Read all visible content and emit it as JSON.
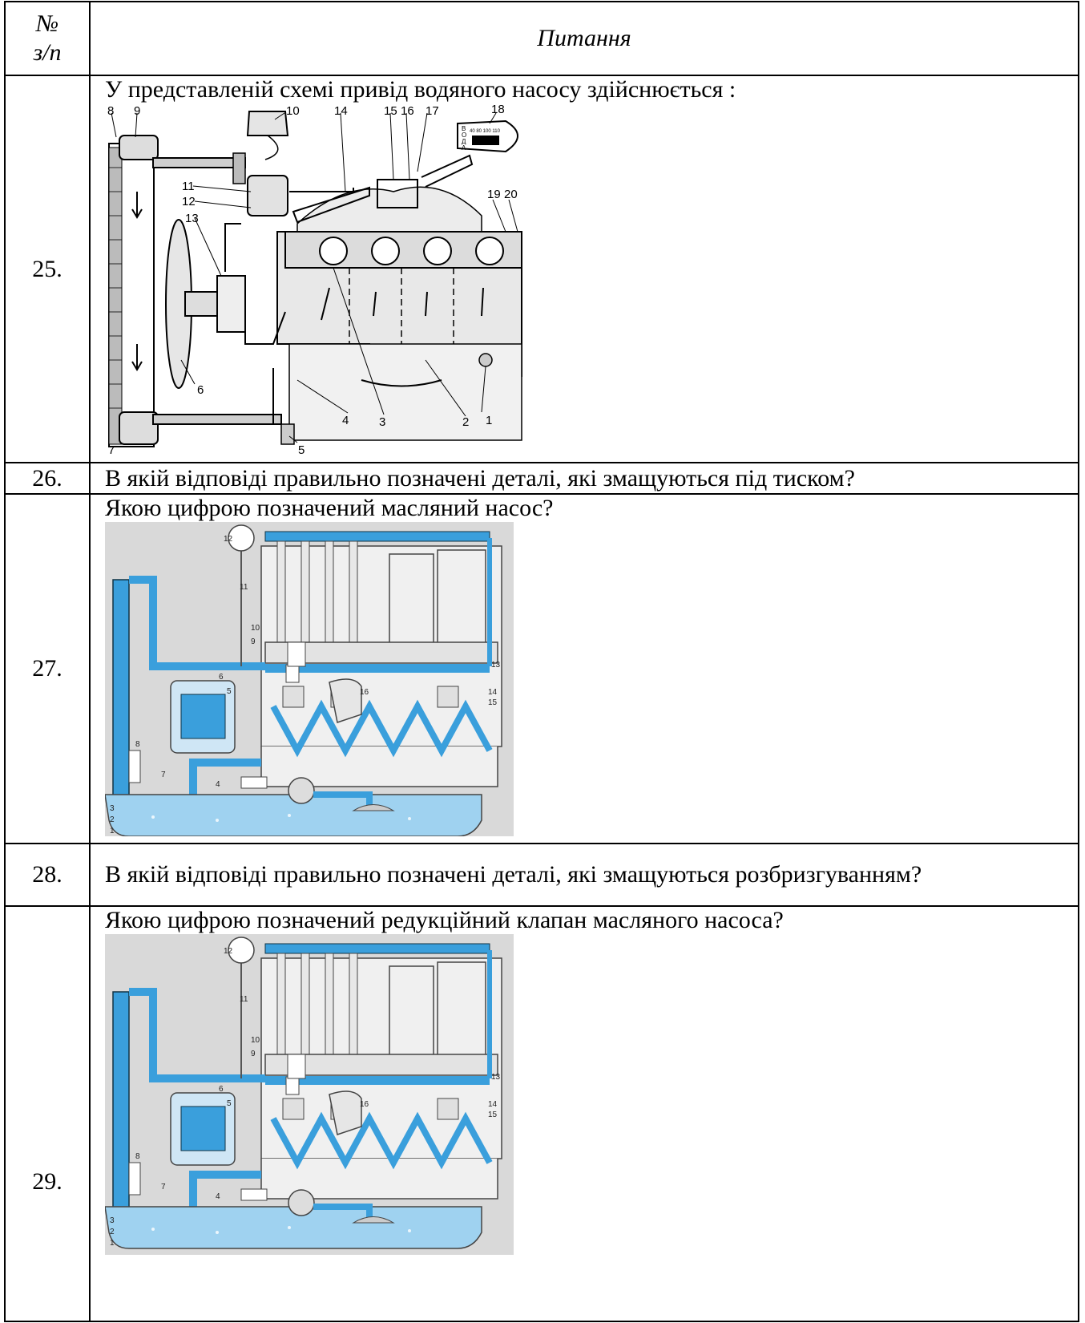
{
  "header": {
    "num_line1": "№",
    "num_line2": "з/п",
    "title": "Питання"
  },
  "rows": [
    {
      "num": "25.",
      "question": "У представленій схемі привід водяного насосу здійснюється :"
    },
    {
      "num": "26.",
      "question": "В якій відповіді правильно позначені деталі, які змащуються під тиском?"
    },
    {
      "num": "27.",
      "question": "Якою цифрою позначений масляний насос?"
    },
    {
      "num": "28.",
      "question": "В якій відповіді правильно позначені деталі, які змащуються розбризгуванням?"
    },
    {
      "num": "29.",
      "question": "Якою цифрою позначений редукційний клапан масляного насоса?"
    }
  ],
  "cooling_diagram": {
    "callouts": [
      "1",
      "2",
      "3",
      "4",
      "5",
      "6",
      "7",
      "8",
      "9",
      "10",
      "11",
      "12",
      "13",
      "14",
      "15",
      "16",
      "17",
      "18",
      "19",
      "20"
    ],
    "gauge_letters": [
      "В",
      "О",
      "Д",
      "А"
    ],
    "gauge_scale": "40 80 100 110"
  },
  "lubrication_diagram": {
    "callouts": [
      "1",
      "2",
      "3",
      "4",
      "5",
      "6",
      "7",
      "8",
      "9",
      "10",
      "11",
      "12",
      "13",
      "14",
      "15",
      "16"
    ]
  },
  "colors": {
    "oil": "#3a9fdc",
    "oil_light": "#9fd2f0",
    "fig_bg": "#d9d9d9",
    "line": "#000000"
  }
}
